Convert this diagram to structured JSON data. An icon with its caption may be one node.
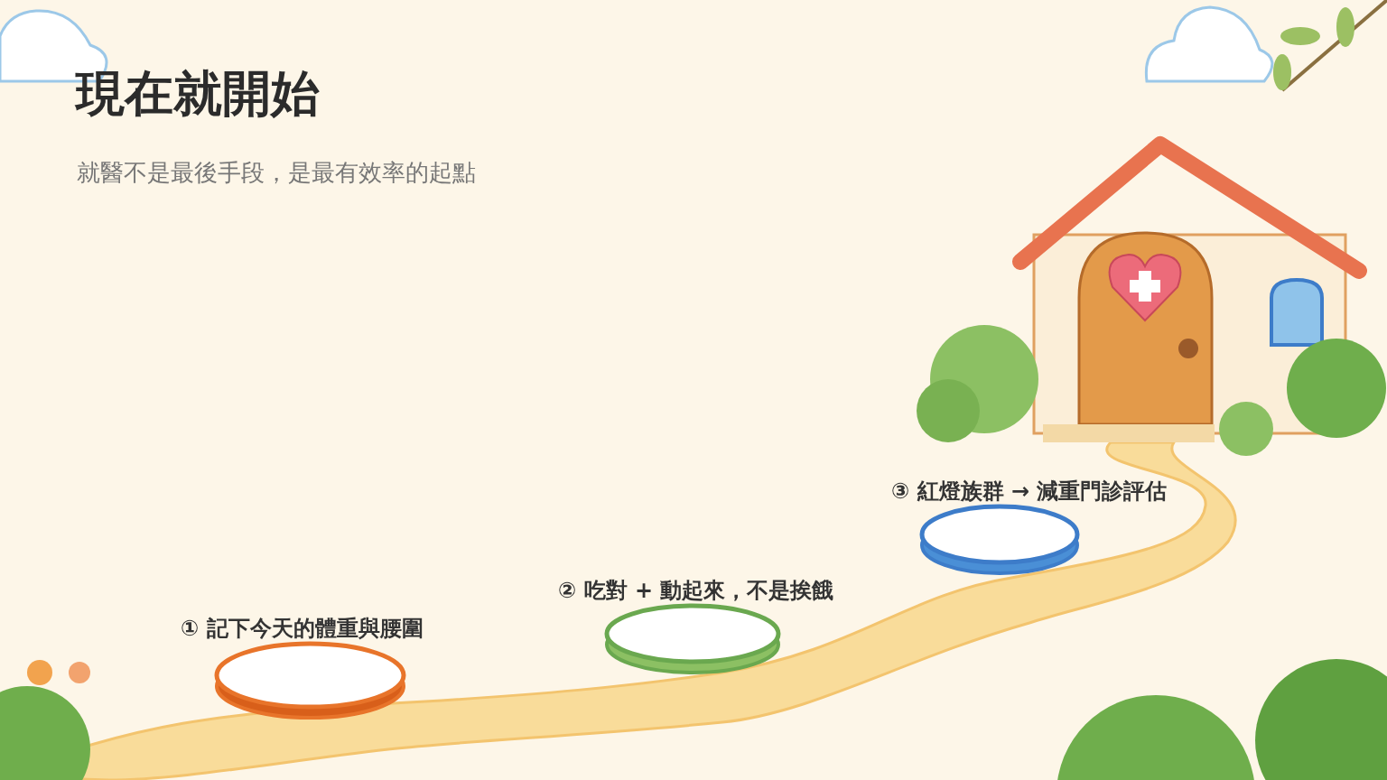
{
  "diagram": {
    "title": "現在就開始",
    "nodes": [
      {
        "text": [],
        "shape": "circle",
        "beside": [
          "① 記下今天的體重與腰圍"
        ]
      },
      {
        "text": [],
        "shape": "circle",
        "beside": [
          "② 吃對 + 動起來，不是挨餓"
        ]
      },
      {
        "text": [],
        "shape": "circle",
        "beside": [
          "③ 紅燈族群 → 減重門診評估"
        ]
      }
    ],
    "labels": [
      "就醫不是最後手段，是最有效率的起點"
    ]
  }
}
